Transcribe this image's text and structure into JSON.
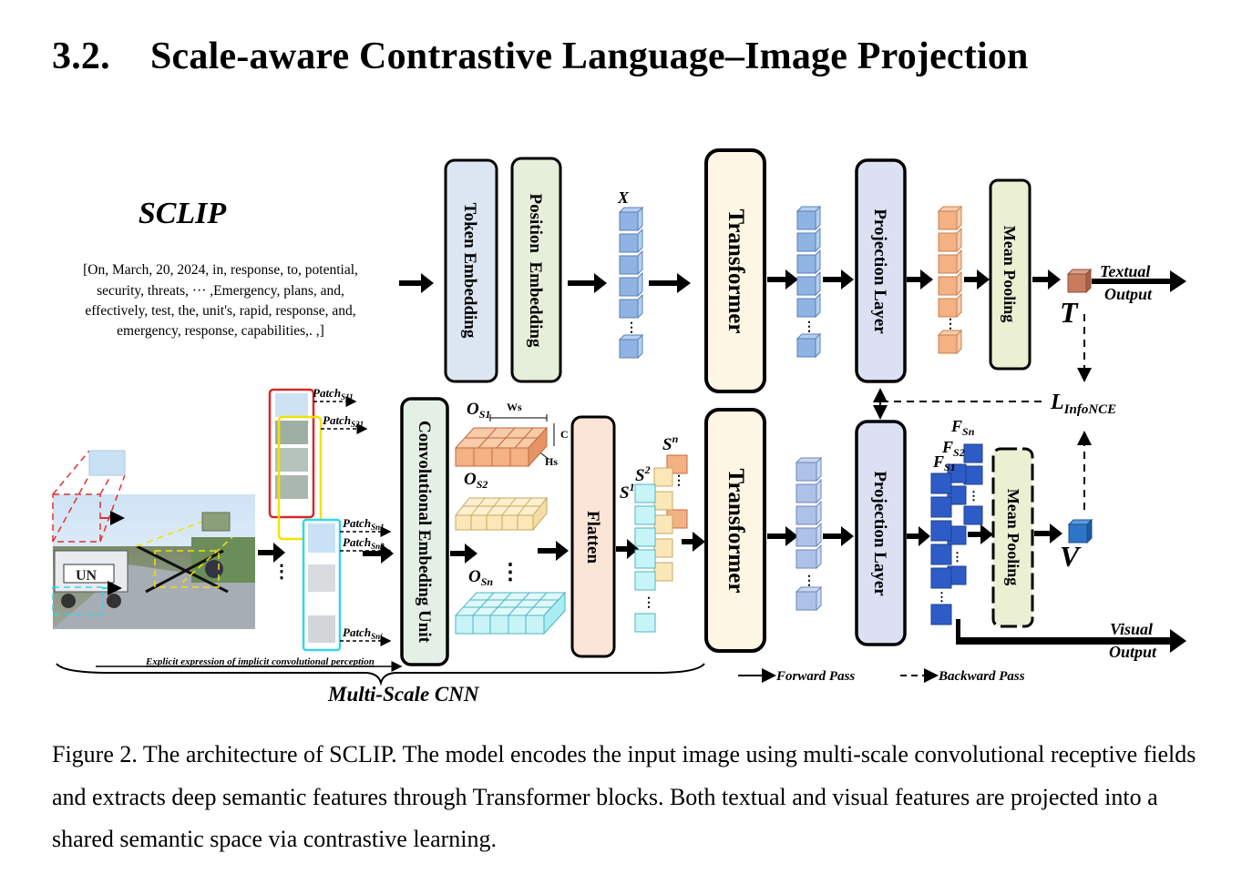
{
  "section": {
    "number": "3.2.",
    "title": "Scale-aware Contrastive Language–Image Projection"
  },
  "figure": {
    "model_name": "SCLIP",
    "input_text_lines": [
      "[On, March, 20, 2024, in, response, to, potential,",
      "security, threats, ··· ,Emergency, plans, and,",
      "effectively, test, the, unit's, rapid, response, and,",
      "emergency, response, capabilities,. ,]"
    ],
    "blocks": {
      "token_embedding": "Token Embedding",
      "position_embedding": "Position  Embedding",
      "transformer_text": "Transformer",
      "projection_text": "Projection Layer",
      "mean_pooling_text": "Mean Pooling",
      "conv_embedding": "Convolutional Embeding Unit",
      "flatten": "Flatten",
      "transformer_image": "Transformer",
      "projection_image": "Projection Layer",
      "mean_pooling_image": "Mean Pooling"
    },
    "labels": {
      "x": "X",
      "t": "T",
      "v": "V",
      "textual_output_1": "Textual",
      "textual_output_2": "Output",
      "visual_output_1": "Visual",
      "visual_output_2": "Output",
      "loss_main": "L",
      "loss_sub": "InfoNCE",
      "ws": "Ws",
      "hs": "Hs",
      "c": "C",
      "os1_main": "O",
      "os1_sub": "S1",
      "os2_main": "O",
      "os2_sub": "S2",
      "osn_main": "O",
      "osn_sub": "Sn",
      "patch_s11": "Patch",
      "patch_s11_sub": "S11",
      "patch_s21": "Patch",
      "patch_s21_sub": "S21",
      "patch_sn1": "Patch",
      "patch_sn1_sub": "Sn1",
      "patch_sn2": "Patch",
      "patch_sn2_sub": "Sn2",
      "patch_snj": "Patch",
      "patch_snj_sub": "Snj",
      "s1": "S",
      "s1_sup": "1",
      "s2": "S",
      "s2_sup": "2",
      "sn": "S",
      "sn_sup": "n",
      "fs1": "F",
      "fs1_sub": "S1",
      "fs2": "F",
      "fs2_sub": "S2",
      "fsn": "F",
      "fsn_sub": "Sn",
      "explicit_expression": "Explicit expression of implicit convolutional perception",
      "multi_scale_cnn": "Multi-Scale CNN",
      "forward_pass": "Forward Pass",
      "backward_pass": "Backward Pass",
      "un_marking": "UN"
    },
    "colors": {
      "token_fill": "#dce6f2",
      "position_fill": "#e6efd9",
      "transformer_fill": "#fdf6e5",
      "projection_fill": "#dde0f2",
      "pooling_fill": "#ebf0d3",
      "conv_fill": "#e4f0e6",
      "flatten_fill": "#fbe5d6",
      "blue_cube": "#8fb4e3",
      "orange_cube": "#f4b183",
      "dark_blue_cube": "#2e5cc7",
      "cyan_cube": "#c9f4f7",
      "red": "#e03030",
      "yellow": "#f2e200",
      "cyan": "#33d6e6"
    }
  },
  "caption": "Figure 2. The architecture of SCLIP. The model encodes the input image using multi-scale convolutional receptive fields and extracts deep semantic features through Transformer blocks. Both textual and visual features are projected into a shared semantic space via contrastive learning."
}
